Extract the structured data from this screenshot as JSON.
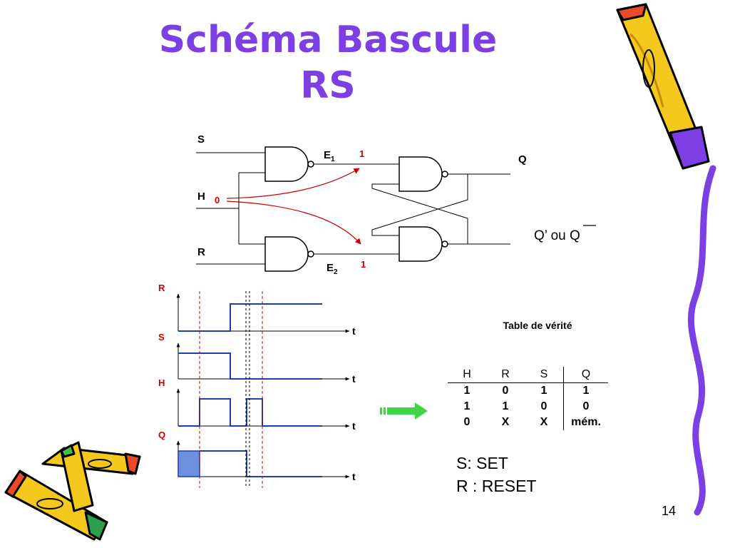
{
  "slide": {
    "title_line1": "Schéma Bascule",
    "title_line2": "RS",
    "slide_number": "14"
  },
  "circuit": {
    "input_s": "S",
    "input_h": "H",
    "input_r": "R",
    "node_e1": "E",
    "node_e1_sub": "1",
    "node_e2": "E",
    "node_e2_sub": "2",
    "h_state": "0",
    "e1_state": "1",
    "e2_state": "1",
    "output_q": "Q",
    "output_qbar_prefix": "Q’ ou ",
    "output_qbar_symbol": "Q"
  },
  "chronogram": {
    "signals": [
      {
        "label": "R",
        "levels": [
          0,
          0,
          1,
          1,
          1
        ]
      },
      {
        "label": "S",
        "levels": [
          1,
          1,
          0,
          0,
          0
        ]
      },
      {
        "label": "H",
        "levels": [
          0,
          1,
          0,
          1,
          0
        ]
      },
      {
        "label": "Q",
        "levels": [
          null,
          1,
          1,
          0,
          0
        ]
      }
    ],
    "time_label": "t"
  },
  "truth_table": {
    "title": "Table de vérité",
    "headers": [
      "H",
      "R",
      "S",
      "Q"
    ],
    "rows": [
      [
        "1",
        "0",
        "1",
        "1"
      ],
      [
        "1",
        "1",
        "0",
        "0"
      ],
      [
        "0",
        "X",
        "X",
        "mém."
      ]
    ]
  },
  "legend": {
    "set": "S: SET",
    "reset": "R : RESET"
  },
  "colors": {
    "title": "#7b3fe4",
    "signal": "#1f3fa8",
    "annotation": "#cc0000",
    "arrow": "#3fd44a",
    "q_fill": "#6f8fe0",
    "pencil_body": "#f5c81e",
    "pencil_outline": "#000000"
  }
}
